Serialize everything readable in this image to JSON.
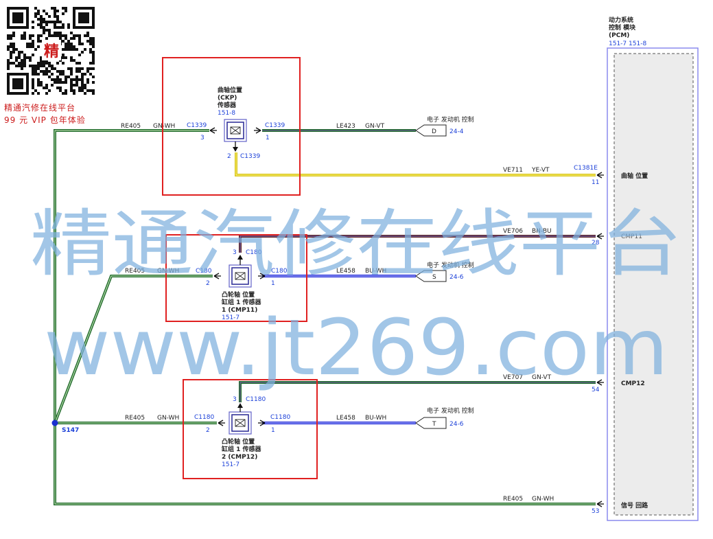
{
  "corner": {
    "line1": "精通汽修在线平台",
    "line2": "99 元 VIP 包年体验",
    "qr_char": "精"
  },
  "pcm": {
    "title_lines": [
      "动力系统",
      "控制 模块",
      "(PCM)"
    ],
    "refs": "151-7  151-8",
    "pins": [
      {
        "pin": "11",
        "label": "曲轴 位置",
        "connector": "C1381E"
      },
      {
        "pin": "28",
        "label": "CMP11"
      },
      {
        "pin": "54",
        "label": "CMP12"
      },
      {
        "pin": "53",
        "label": "信号 回路"
      }
    ]
  },
  "ckp": {
    "name_lines": [
      "曲轴位置",
      "(CKP)",
      "传感器"
    ],
    "ref": "151-8",
    "conn_left": "C1339",
    "pin_left": "3",
    "conn_right": "C1339",
    "pin_right": "1",
    "conn_bottom": "C1339",
    "pin_bottom": "2"
  },
  "cmp11": {
    "name_lines": [
      "凸轮轴 位置",
      "缸组 1 传感器",
      "1 (CMP11)"
    ],
    "ref": "151-7",
    "conn_left": "C180",
    "pin_left": "2",
    "conn_right": "C180",
    "pin_right": "1",
    "conn_top": "C180",
    "pin_top": "3"
  },
  "cmp12": {
    "name_lines": [
      "凸轮轴 位置",
      "缸组 1 传感器",
      "2 (CMP12)"
    ],
    "ref": "151-7",
    "conn_left": "C1180",
    "pin_left": "2",
    "conn_right": "C1180",
    "pin_right": "1",
    "conn_top": "C1180",
    "pin_top": "3"
  },
  "wires": {
    "re405_top": {
      "circuit": "RE405",
      "color": "GN-WH"
    },
    "le423": {
      "circuit": "LE423",
      "color": "GN-VT"
    },
    "ve711": {
      "circuit": "VE711",
      "color": "YE-VT"
    },
    "ve706": {
      "circuit": "VE706",
      "color": "BN-BU"
    },
    "re405_mid": {
      "circuit": "RE405",
      "color": "GN-WH"
    },
    "le458_mid": {
      "circuit": "LE458",
      "color": "BU-WH"
    },
    "ve707": {
      "circuit": "VE707",
      "color": "GN-VT"
    },
    "re405_low": {
      "circuit": "RE405",
      "color": "GN-WH"
    },
    "le458_low": {
      "circuit": "LE458",
      "color": "BU-WH"
    },
    "re405_bottom": {
      "circuit": "RE405",
      "color": "GN-WH"
    }
  },
  "offpage": [
    {
      "letter": "D",
      "label": "电子 发动机 控制",
      "ref": "24-4"
    },
    {
      "letter": "S",
      "label": "电子 发动机 控制",
      "ref": "24-6"
    },
    {
      "letter": "T",
      "label": "电子 发动机 控制",
      "ref": "24-6"
    }
  ],
  "splice": "S147",
  "watermark": {
    "line1": "精通汽修在线平台",
    "line2": "www.jt269.com"
  }
}
